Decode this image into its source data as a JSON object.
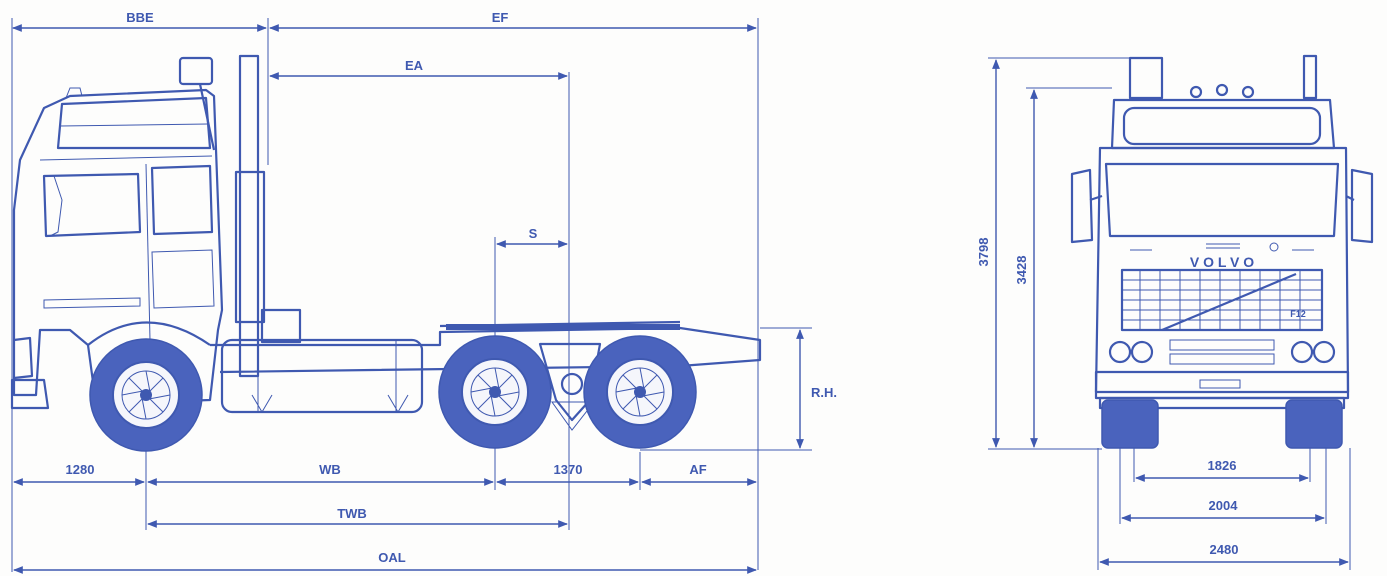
{
  "labels": {
    "bbe": "BBE",
    "ef": "EF",
    "ea": "EA",
    "s": "S",
    "rh": "R.H.",
    "front_overhang": "1280",
    "wb": "WB",
    "bogie_spread": "1370",
    "af": "AF",
    "twb": "TWB",
    "oal": "OAL",
    "overall_height": "3798",
    "cab_height": "3428",
    "track": "1826",
    "axle_width": "2004",
    "overall_width": "2480",
    "brand": "V O L V O",
    "model_badge": "F12"
  },
  "colors": {
    "ink": "#3f59b0",
    "paper": "#fdfdfc"
  }
}
